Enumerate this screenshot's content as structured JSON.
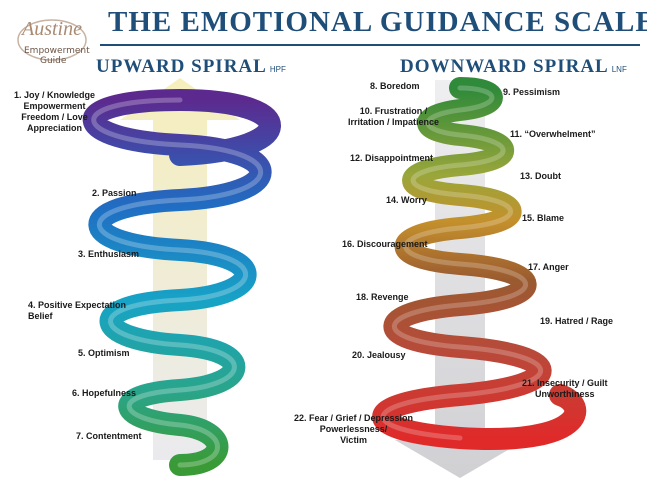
{
  "title": "THE EMOTIONAL GUIDANCE SCALE",
  "logo": {
    "script": "Austine",
    "line1": "Empowerment",
    "line2": "Guide"
  },
  "upward": {
    "title": "UPWARD SPIRAL",
    "tag": "HPF",
    "items": [
      "1. Joy / Knowledge\nEmpowerment\nFreedom / Love\nAppreciation",
      "2. Passion",
      "3. Enthusiasm",
      "4. Positive Expectation\nBelief",
      "5. Optimism",
      "6. Hopefulness",
      "7. Contentment"
    ]
  },
  "downward": {
    "title": "DOWNWARD SPIRAL",
    "tag": "LNF",
    "items": [
      "8. Boredom",
      "9. Pessimism",
      "10. Frustration /\nIrritation / Impatience",
      "11. “Overwhelment”",
      "12. Disappointment",
      "13. Doubt",
      "14. Worry",
      "15. Blame",
      "16. Discouragement",
      "17. Anger",
      "18. Revenge",
      "19. Hatred / Rage",
      "20. Jealousy",
      "21. Insecurity / Guilt\nUnworthiness",
      "22. Fear / Grief / Depression\nPowerlessness/\nVictim"
    ]
  },
  "colors": {
    "heading": "#1f4e79",
    "upward_gradient": [
      "#5c2a8f",
      "#1f6fc4",
      "#17a3c6",
      "#2aa58a",
      "#3a9a35"
    ],
    "downward_gradient": [
      "#2f8a3a",
      "#9aa63a",
      "#c4902c",
      "#9a5a30",
      "#b84a3a",
      "#e02a2a"
    ]
  }
}
